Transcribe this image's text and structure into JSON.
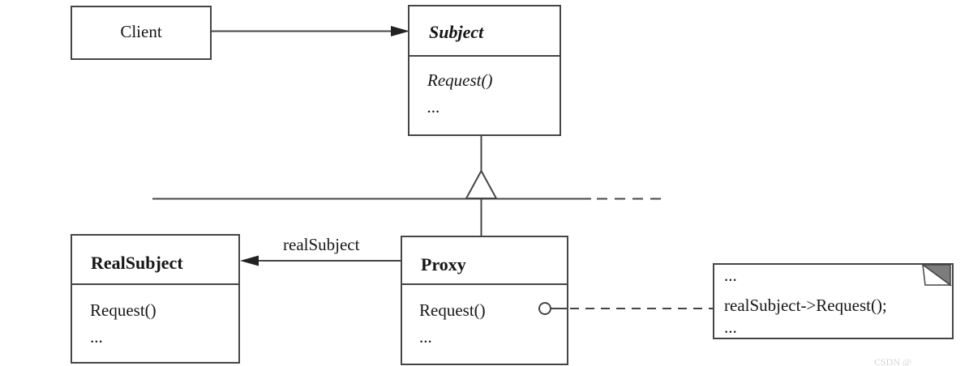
{
  "diagram": {
    "type": "uml-class-diagram",
    "pattern": "Proxy",
    "client": {
      "name": "Client"
    },
    "subject": {
      "name": "Subject",
      "method_1": "Request()",
      "method_2": "..."
    },
    "real_subject": {
      "name": "RealSubject",
      "method_1": "Request()",
      "method_2": "..."
    },
    "proxy": {
      "name": "Proxy",
      "method_1": "Request()",
      "method_2": "..."
    },
    "relations": {
      "proxy_to_real_subject_label": "realSubject"
    },
    "note": {
      "line_1": "...",
      "line_2": "realSubject->Request();",
      "line_3": "..."
    },
    "watermark": "CSDN @",
    "colors": {
      "stroke": "#454545",
      "text": "#161616",
      "note_fold": "#7d7d7d",
      "background": "#ffffff"
    }
  }
}
